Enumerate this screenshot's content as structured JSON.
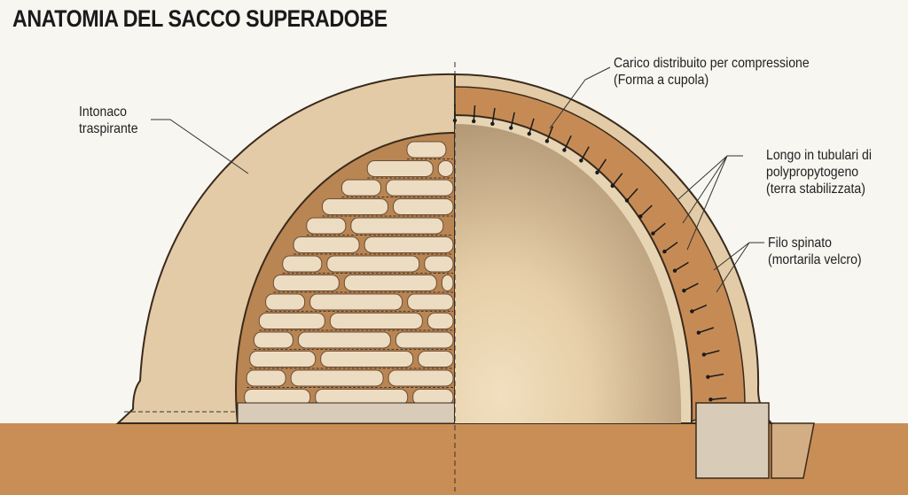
{
  "title": "ANATOMIA DEL SACCO SUPERADOBE",
  "labels": {
    "plaster_1": "Intonaco",
    "plaster_2": "traspirante",
    "load_1": "Carico distribuito per compressione",
    "load_2": "(Forma a cupola)",
    "bags_1": "Longo in tubulari di",
    "bags_2": "polypropytogeno",
    "bags_3": "(terra stabilizzata)",
    "wire_1": "Filo spinato",
    "wire_2": "(mortarila velcro)"
  },
  "colors": {
    "plaster": "#e2cba6",
    "earth": "#c98e55",
    "bag": "#d39a62",
    "interior": "#d8c19c",
    "outline": "#3a2a1c"
  }
}
